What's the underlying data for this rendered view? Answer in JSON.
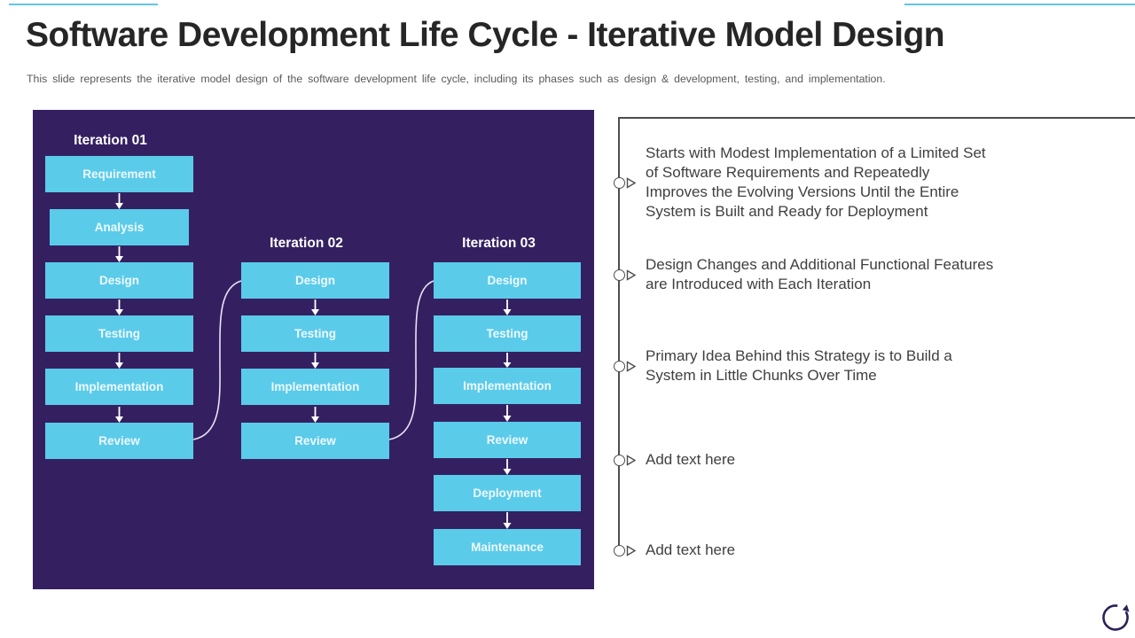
{
  "slide": {
    "title": "Software Development Life Cycle - Iterative Model Design",
    "subtitle": "This slide represents the iterative model design of the software development life cycle, including its phases such as design & development, testing, and implementation."
  },
  "diagram": {
    "iterations": [
      {
        "label": "Iteration 01",
        "steps": [
          "Requirement",
          "Analysis",
          "Design",
          "Testing",
          "Implementation",
          "Review"
        ]
      },
      {
        "label": "Iteration 02",
        "steps": [
          "Design",
          "Testing",
          "Implementation",
          "Review"
        ]
      },
      {
        "label": "Iteration 03",
        "steps": [
          "Design",
          "Testing",
          "Implementation",
          "Review",
          "Deployment",
          "Maintenance"
        ]
      }
    ]
  },
  "bullets": [
    {
      "lines": [
        "Starts with Modest Implementation of a Limited Set",
        "of Software Requirements and Repeatedly",
        "Improves the Evolving Versions Until the Entire",
        "System is Built and Ready for Deployment"
      ]
    },
    {
      "lines": [
        "Design Changes and Additional Functional Features",
        "are Introduced with Each Iteration"
      ]
    },
    {
      "lines": [
        "Primary Idea Behind this Strategy is to Build a",
        "System in Little Chunks Over Time"
      ]
    },
    {
      "lines": [
        "Add text here"
      ]
    },
    {
      "lines": [
        "Add text here"
      ]
    }
  ],
  "icons": {
    "bullet_marker": "circle-and-triangle",
    "bottom_right": "circular-iteration-arrow"
  },
  "colors": {
    "panel_bg": "#342061",
    "box_bg": "#5bcbea",
    "accent_line": "#63c5e6",
    "connector_curve": "#e9e3f4",
    "guide_line": "#4d4d4d",
    "body_text": "#3f3f3f",
    "title_text": "#262626"
  }
}
